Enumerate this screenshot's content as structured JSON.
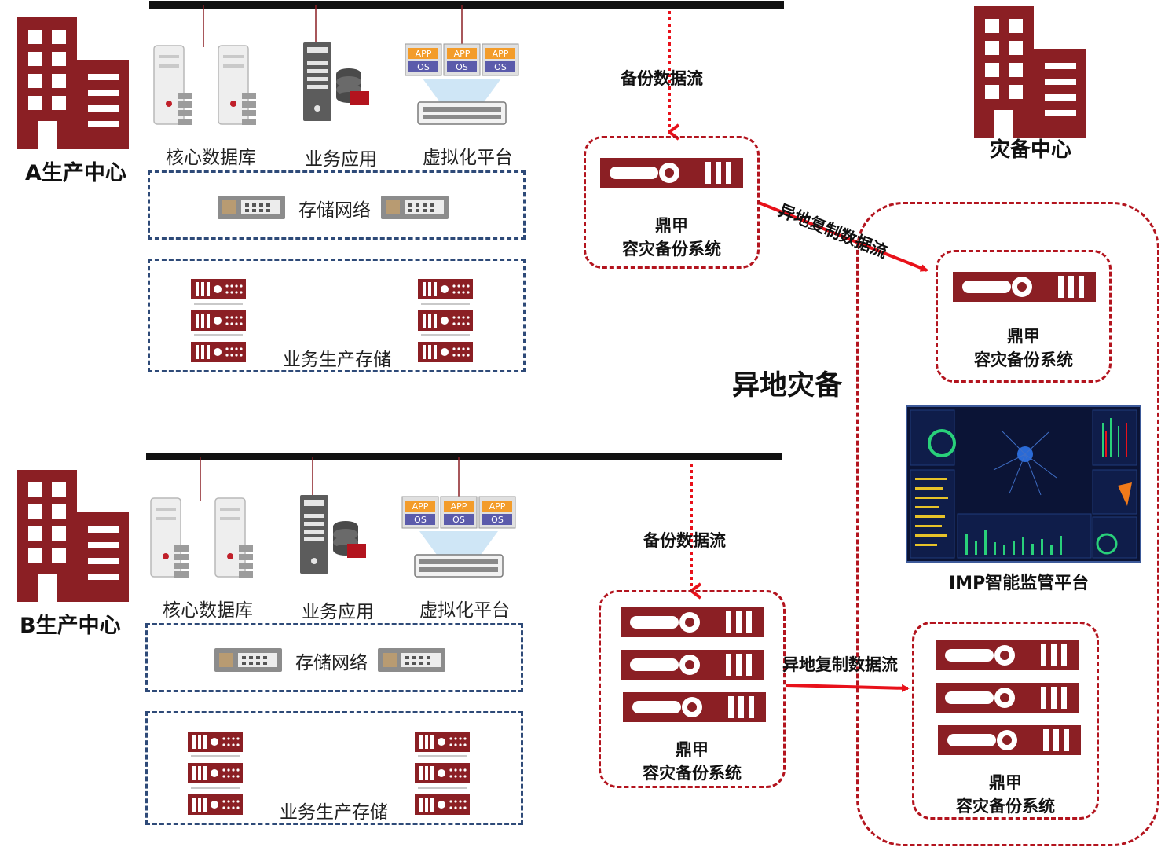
{
  "site_a": {
    "label": "A生产中心",
    "servers": {
      "db": "核心数据库",
      "app": "业务应用",
      "virt": "虚拟化平台"
    },
    "vm": {
      "app": "APP",
      "os": "OS"
    },
    "storage_network": "存储网络",
    "storage": "业务生产存储"
  },
  "site_b": {
    "label": "B生产中心",
    "servers": {
      "db": "核心数据库",
      "app": "业务应用",
      "virt": "虚拟化平台"
    },
    "vm": {
      "app": "APP",
      "os": "OS"
    },
    "storage_network": "存储网络",
    "storage": "业务生产存储"
  },
  "dr_center": {
    "label": "灾备中心"
  },
  "remote_dr": {
    "label": "异地灾备"
  },
  "flows": {
    "backup_a": "备份数据流",
    "backup_b": "备份数据流",
    "replication_a": "异地复制数据流",
    "replication_b": "异地复制数据流"
  },
  "systems": {
    "a": {
      "line1": "鼎甲",
      "line2": "容灾备份系统"
    },
    "b": {
      "line1": "鼎甲",
      "line2": "容灾备份系统"
    },
    "dr1": {
      "line1": "鼎甲",
      "line2": "容灾备份系统"
    },
    "dr2": {
      "line1": "鼎甲",
      "line2": "容灾备份系统"
    }
  },
  "imp": {
    "label": "IMP智能监管平台"
  },
  "colors": {
    "brand_red": "#8b1f24",
    "flow_red": "#e8111a",
    "dashed_blue": "#2e4a78",
    "dark_line": "#111111"
  }
}
